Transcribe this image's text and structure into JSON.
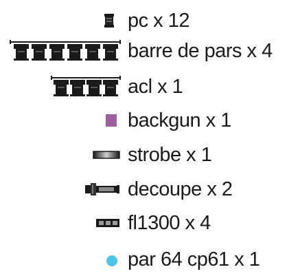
{
  "legend": {
    "items": [
      {
        "label": "pc x 12",
        "icon": "pc-fixture-icon"
      },
      {
        "label": "barre de pars x 4",
        "icon": "par-bar-6-icon"
      },
      {
        "label": "acl x 1",
        "icon": "acl-bar-4-icon"
      },
      {
        "label": "backgun x 1",
        "icon": "backgun-square-icon",
        "color": "#9b5fa0"
      },
      {
        "label": "strobe x 1",
        "icon": "strobe-icon"
      },
      {
        "label": "decoupe x 2",
        "icon": "decoupe-icon"
      },
      {
        "label": "fl1300 x 4",
        "icon": "fl1300-icon"
      },
      {
        "label": "par 64 cp61 x  1",
        "icon": "par64-dot-icon",
        "color": "#4ec3ea"
      }
    ]
  }
}
